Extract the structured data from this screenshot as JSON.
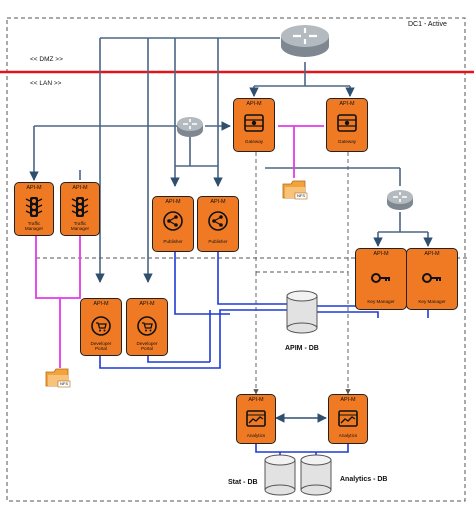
{
  "site_label": "DC1 - Active",
  "dmz_label": "<< DMZ >>",
  "lan_label": "<< LAN >>",
  "node_header": "API-M",
  "nfs_label": "NFS",
  "nodes": {
    "gateway": "Gateway",
    "traffic_manager": "Traffic Manager",
    "publisher": "Publisher",
    "key_manager": "Key Manager",
    "developer_portal": "Developer Portal",
    "analytics": "Analytics"
  },
  "databases": {
    "apim": "APIM - DB",
    "stat": "Stat - DB",
    "analytics": "Analytics - DB"
  },
  "colors": {
    "node_fill": "#f07a24",
    "dmz_line": "#e3121b",
    "nfs_link": "#e43be8",
    "db_link": "#1f3ad6",
    "api_link": "#4b6684",
    "router": "#9aa3ab"
  }
}
